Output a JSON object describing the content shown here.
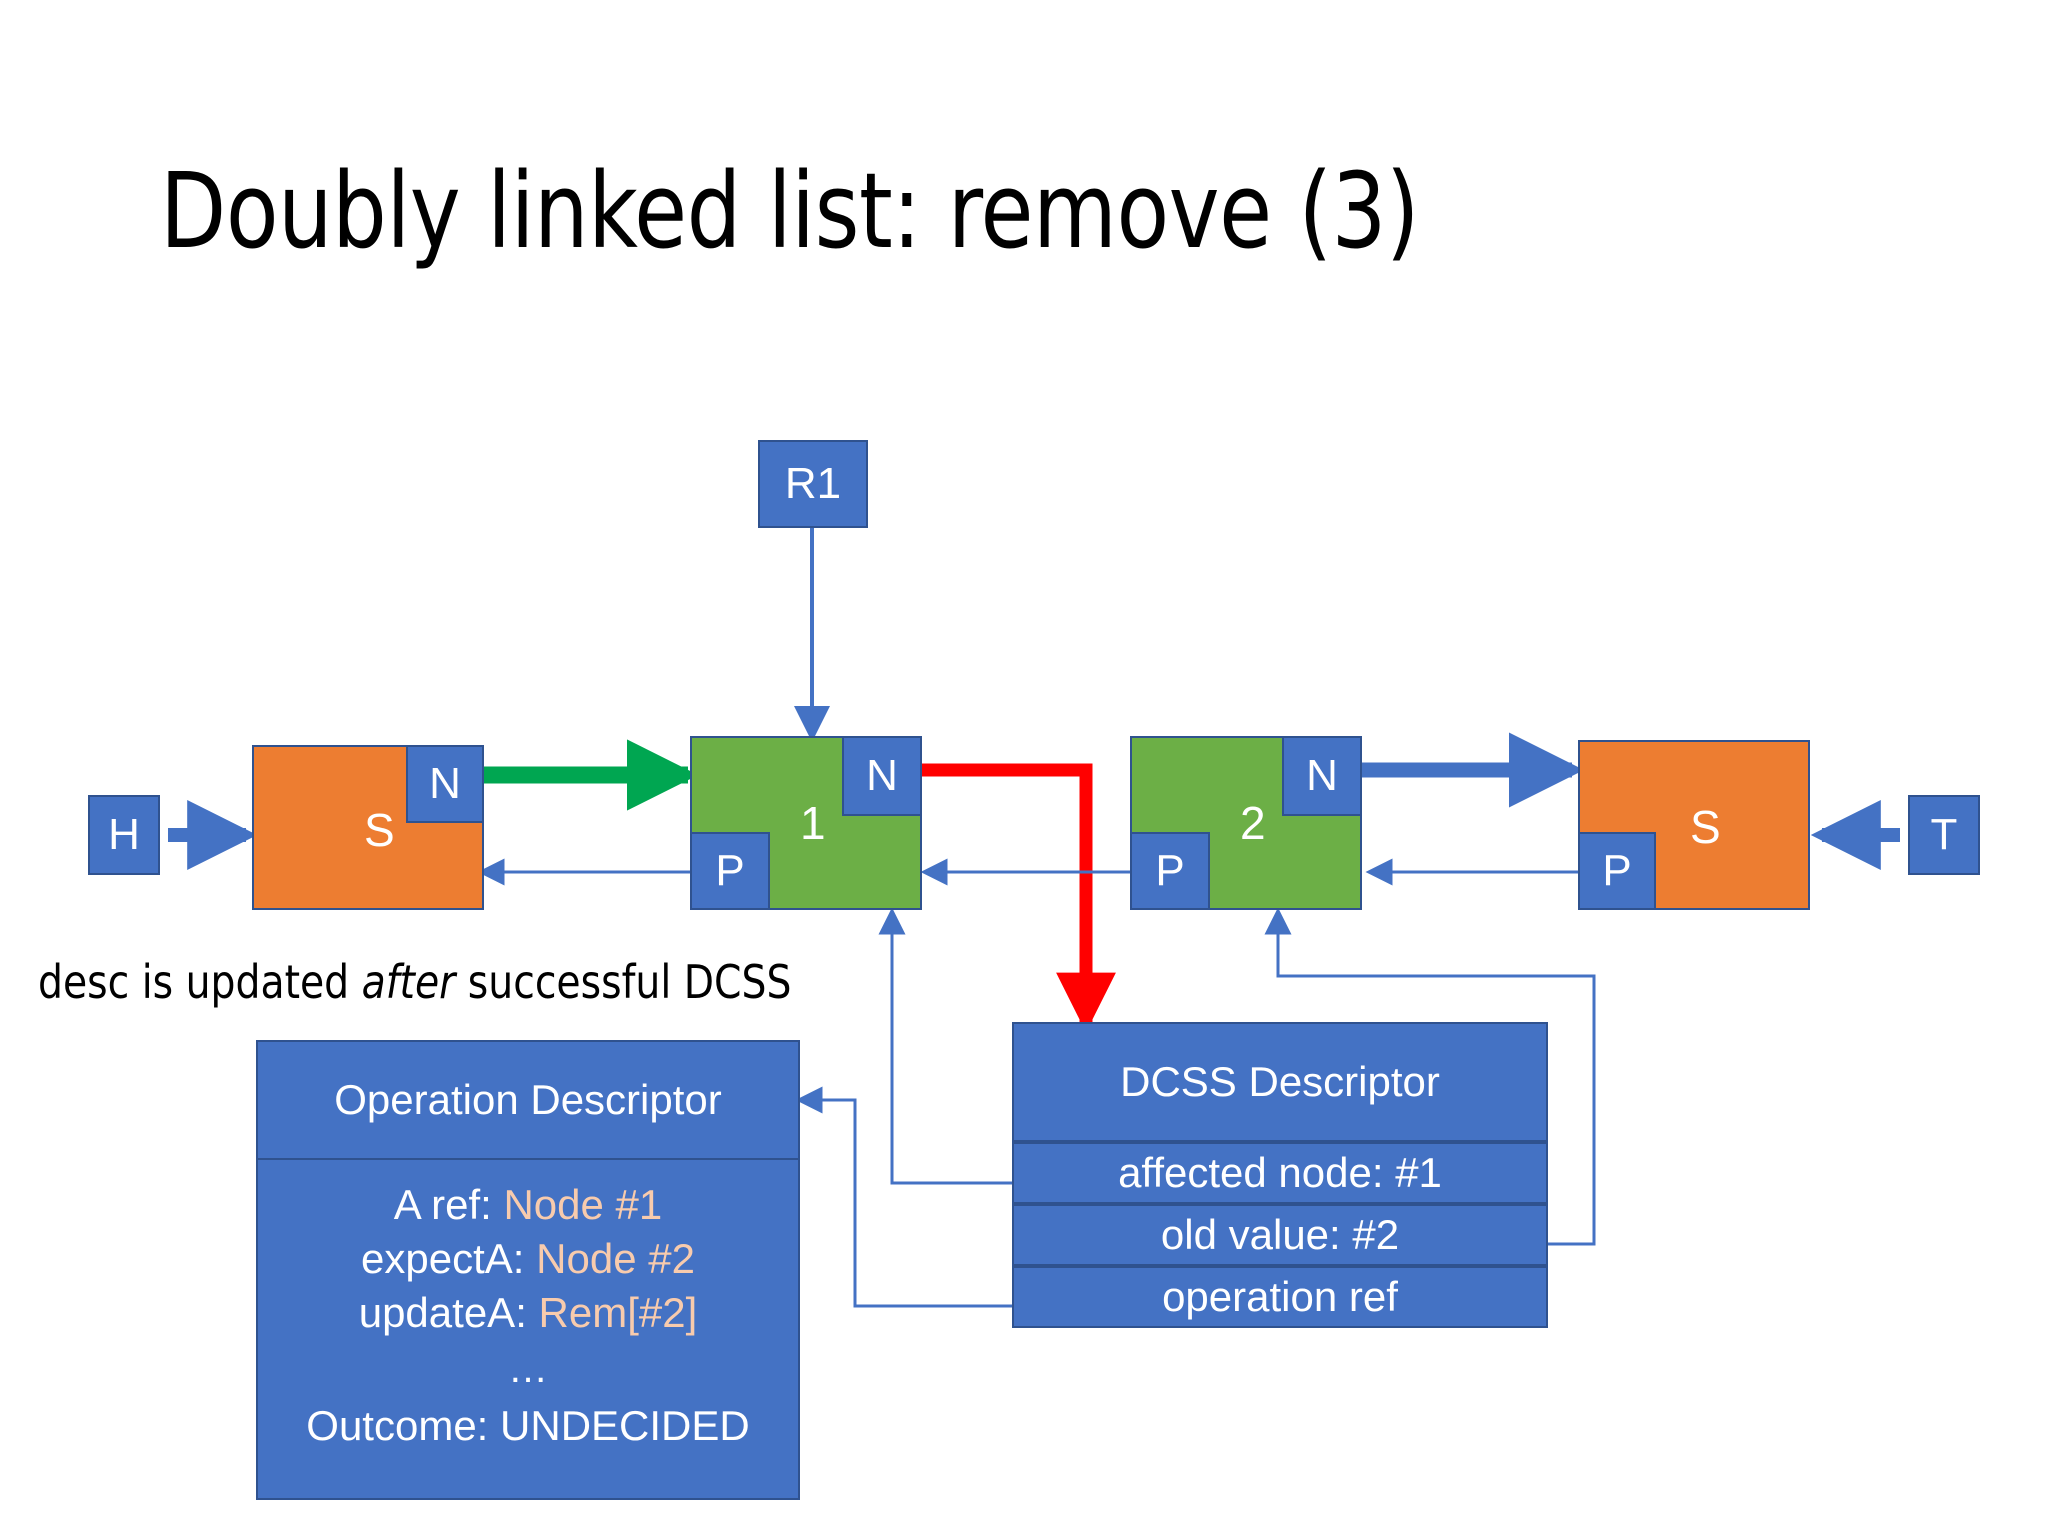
{
  "slide": {
    "title": "Doubly linked list: remove (3)",
    "caption_prefix": "desc is updated ",
    "caption_em": "after",
    "caption_suffix": " successful DCSS"
  },
  "pointers": {
    "head": "H",
    "tail": "T",
    "r1": "R1"
  },
  "nodes": [
    {
      "label": "S",
      "kind": "sentinel-head",
      "next_field": "N",
      "prev_field": "P",
      "color": "#ED7D31"
    },
    {
      "label": "1",
      "kind": "data",
      "next_field": "N",
      "prev_field": "P",
      "color": "#6CAF46"
    },
    {
      "label": "2",
      "kind": "data",
      "next_field": "N",
      "prev_field": "P",
      "color": "#6CAF46"
    },
    {
      "label": "S",
      "kind": "sentinel-tail",
      "next_field": "N",
      "prev_field": "P",
      "color": "#ED7D31"
    }
  ],
  "operation_descriptor": {
    "title": "Operation Descriptor",
    "rows": [
      {
        "key": "A ref: ",
        "value": "Node #1"
      },
      {
        "key": "expectA: ",
        "value": "Node #2"
      },
      {
        "key": "updateA: ",
        "value": "Rem[#2]"
      }
    ],
    "ellipsis": "…",
    "outcome_key": "Outcome: ",
    "outcome_value": "UNDECIDED"
  },
  "dcss_descriptor": {
    "title": "DCSS Descriptor",
    "rows": [
      "affected node: #1",
      "old value: #2",
      "operation ref"
    ]
  },
  "colors": {
    "blue": "#4472C4",
    "blue_border": "#2F528F",
    "orange": "#ED7D31",
    "green": "#6CAF46",
    "green_arrow": "#00A651",
    "red_arrow": "#FF0000",
    "highlight_text": "#F8CBAD"
  }
}
